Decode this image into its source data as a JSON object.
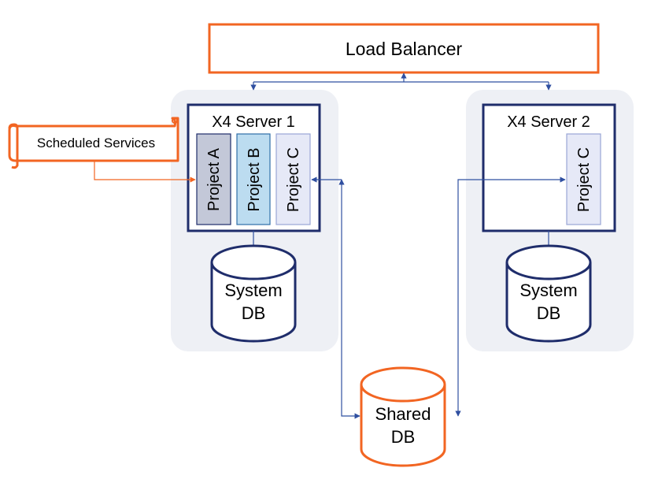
{
  "load_balancer": {
    "label": "Load Balancer"
  },
  "scheduled_services": {
    "label": "Scheduled Services"
  },
  "server1": {
    "title": "X4 Server 1",
    "projects": [
      "Project A",
      "Project B",
      "Project C"
    ],
    "db_line1": "System",
    "db_line2": "DB"
  },
  "server2": {
    "title": "X4 Server 2",
    "projects": [
      "Project C"
    ],
    "db_line1": "System",
    "db_line2": "DB"
  },
  "shared_db": {
    "line1": "Shared",
    "line2": "DB"
  },
  "colors": {
    "accent_orange": "#f26522",
    "navy": "#1f2d6b",
    "connector_blue": "#2f4fa0",
    "server_zone": "#eef0f5",
    "project_a_fill": "#c3c8d8",
    "project_b_fill": "#bcdcf0",
    "project_c_fill": "#e6e9f7"
  }
}
